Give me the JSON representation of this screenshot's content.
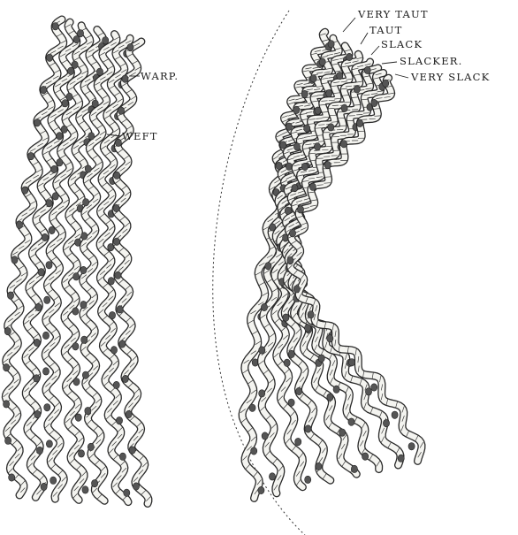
{
  "left_fabric": {
    "labels": {
      "warp": "WARP.",
      "weft": "WEFT"
    }
  },
  "right_fabric": {
    "labels": {
      "very_taut": "VERY TAUT",
      "taut": "TAUT",
      "slack": "SLACK",
      "slacker": "SLACKER.",
      "very_slack": "VERY SLACK"
    }
  }
}
